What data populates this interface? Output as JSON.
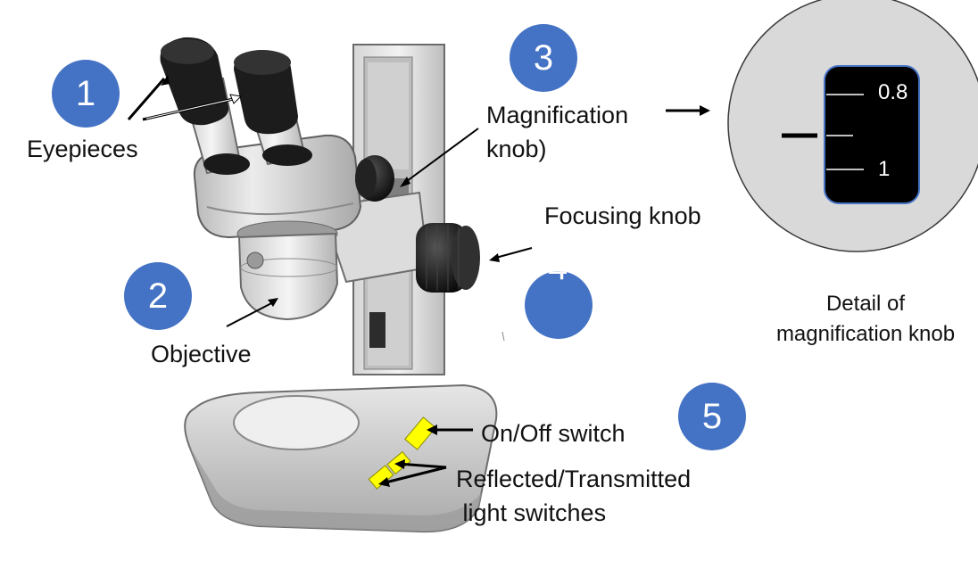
{
  "labels": {
    "eyepieces": "Eyepieces",
    "magnification_knob_line1": "Magnification",
    "magnification_knob_line2": "knob)",
    "focusing_knob": "Focusing knob",
    "objective": "Objective",
    "on_off_switch": "On/Off switch",
    "light_switches_line1": "Reflected/Transmitted",
    "light_switches_line2": " light switches"
  },
  "badges": {
    "b1": "1",
    "b2": "2",
    "b3": "3",
    "b4": "4",
    "b5": "5"
  },
  "detail": {
    "caption_line1": "Detail of",
    "caption_line2": "magnification knob",
    "scale_top": "0.8",
    "scale_bottom": "1"
  },
  "colors": {
    "badge": "#4472c4",
    "switch_marker": "#ffff00",
    "detail_circle": "#d9d9d9",
    "detail_scale": "#000000",
    "detail_scale_border": "#4472c4"
  }
}
